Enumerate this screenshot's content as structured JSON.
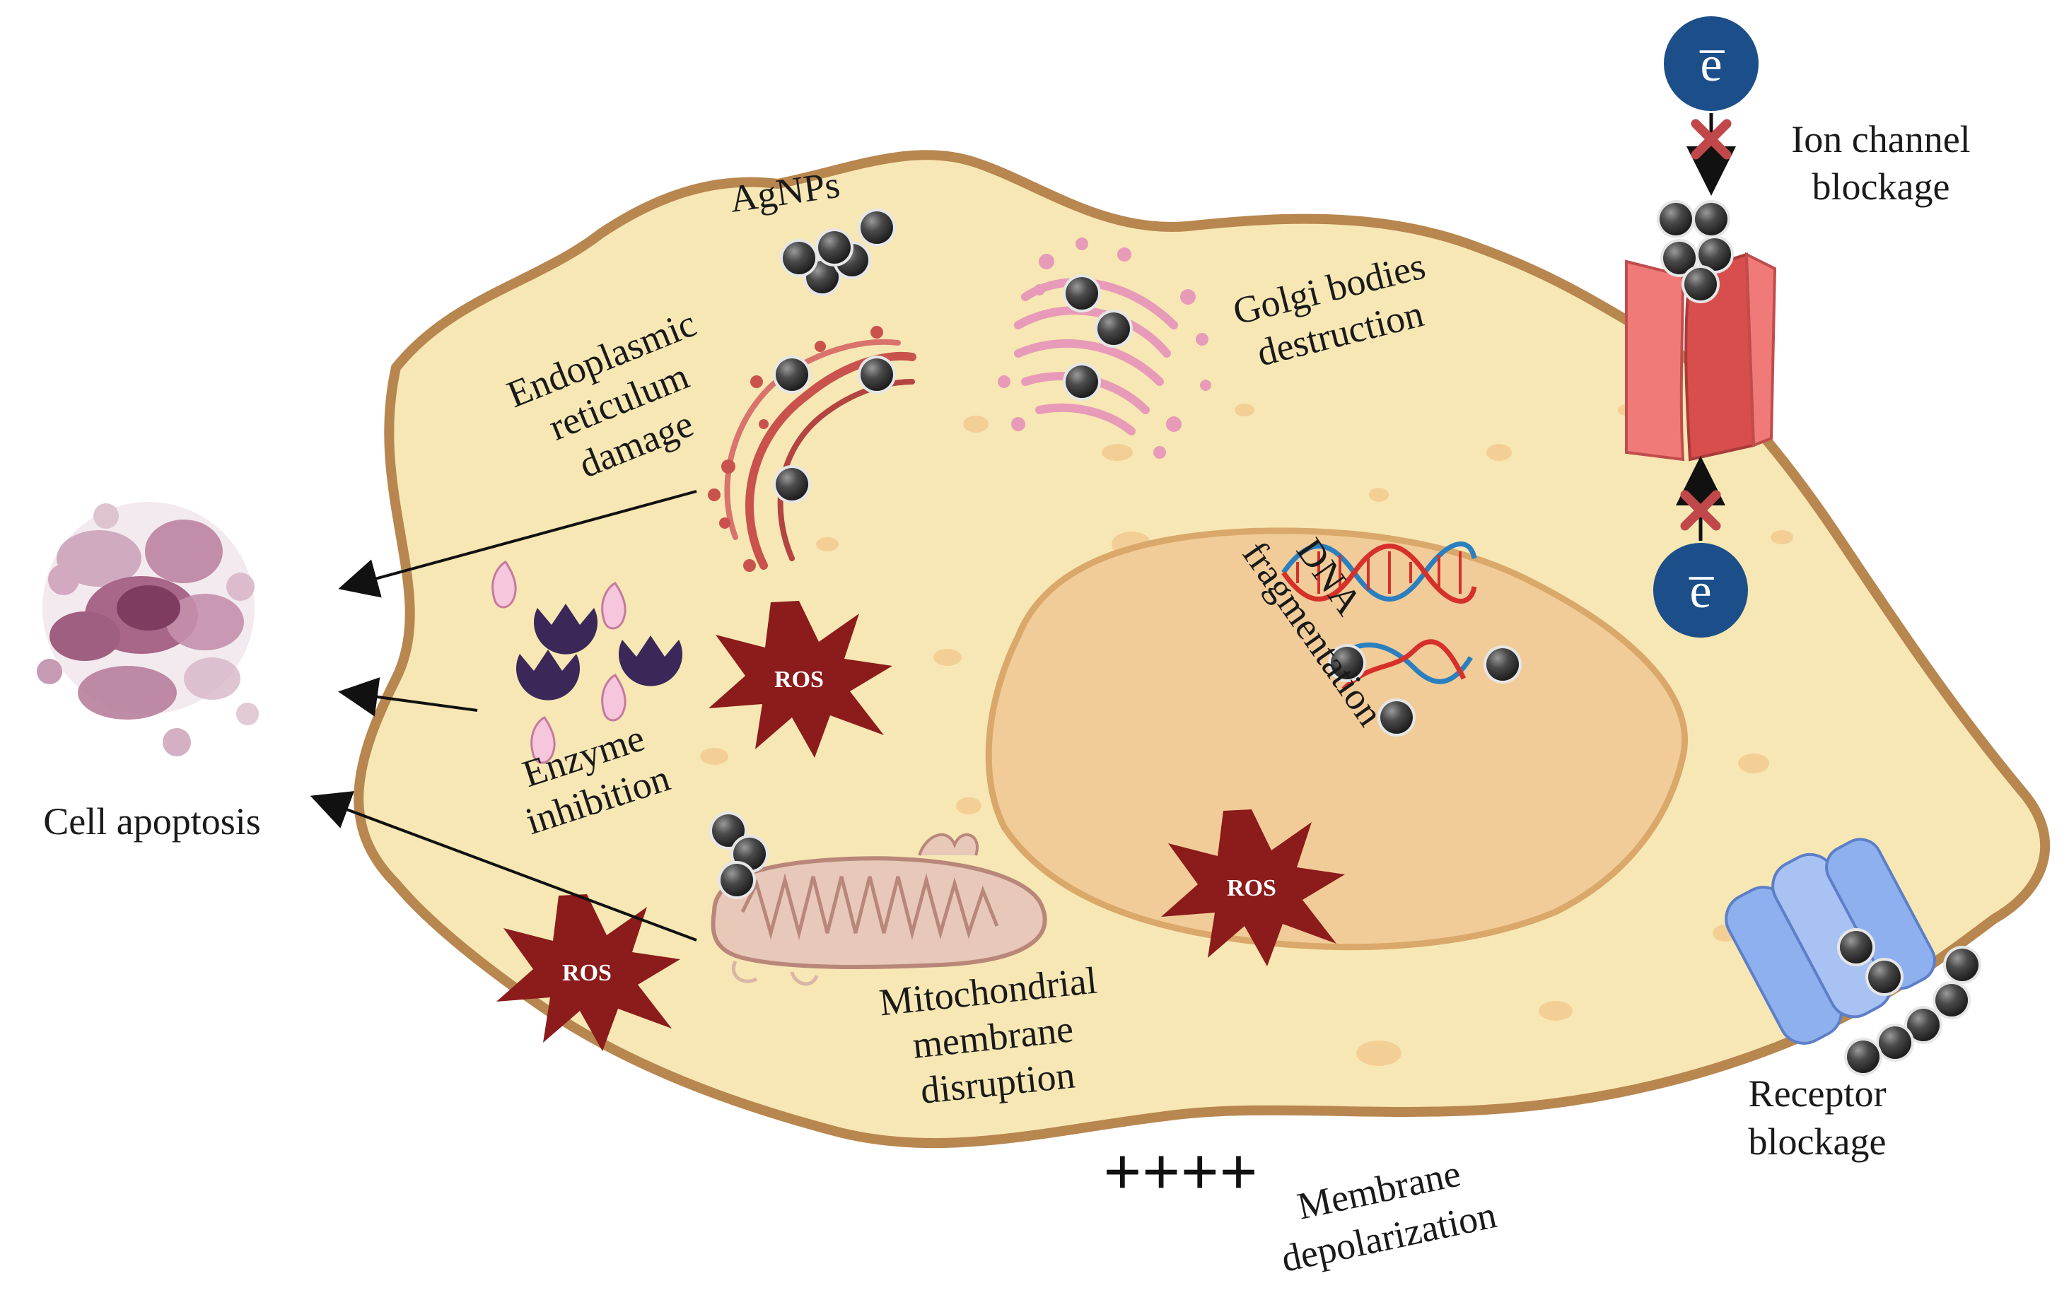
{
  "labels": {
    "agnps": "AgNPs",
    "er_line1": "Endoplasmic",
    "er_line2": "reticulum",
    "er_line3": "damage",
    "golgi_line1": "Golgi bodies",
    "golgi_line2": "destruction",
    "ion_line1": "Ion channel",
    "ion_line2": "blockage",
    "dna_line1": "DNA",
    "dna_line2": "fragmentation",
    "enzyme_line1": "Enzyme",
    "enzyme_line2": "inhibition",
    "apoptosis": "Cell apoptosis",
    "mito_line1": "Mitochondrial",
    "mito_line2": "membrane",
    "mito_line3": "disruption",
    "receptor_line1": "Receptor",
    "receptor_line2": "blockage",
    "membrane_line1": "Membrane",
    "membrane_line2": "depolarization",
    "ros": "ROS",
    "plus": "++++",
    "electron": "e̅"
  },
  "colors": {
    "cytoplasm": "#f7e7b4",
    "membrane": "#b8864f",
    "nucleus": "#f2cc98",
    "nucleus_border": "#d9a86a",
    "ros": "#8c1b1b",
    "nanoparticle": "#3f3f3f",
    "electron": "#1c4f8a",
    "ion_channel": "#ef7a78",
    "receptor": "#8fb0ee",
    "enzyme": "#3b2758",
    "er": "#c9524c",
    "golgi": "#e79bb8",
    "apoptotic": "#8d4f72"
  }
}
